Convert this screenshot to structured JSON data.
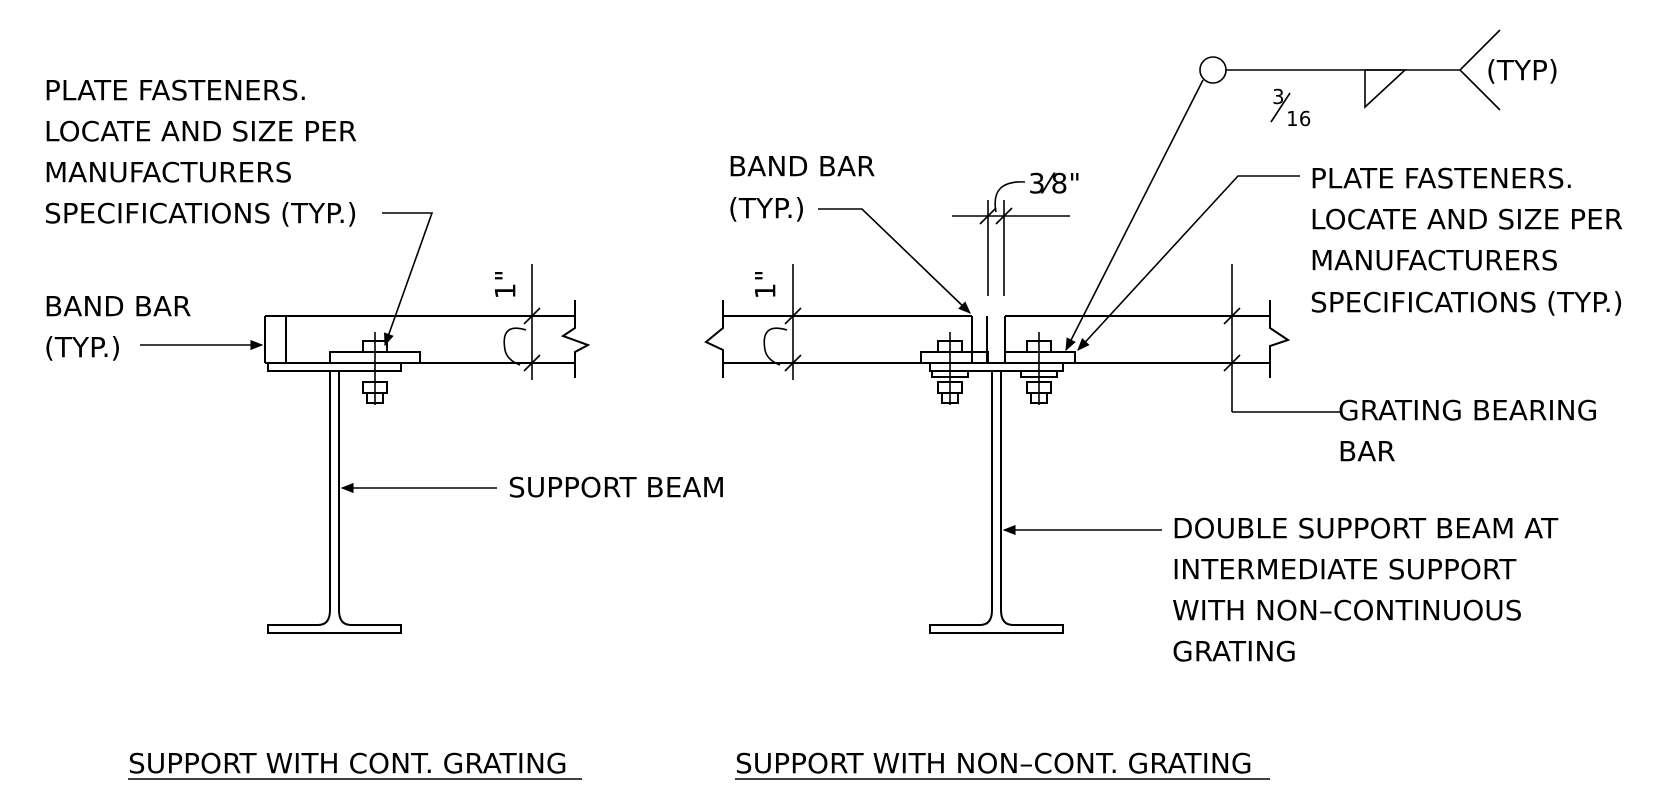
{
  "left_detail": {
    "fastener_note": [
      "PLATE FASTENERS.",
      "LOCATE AND SIZE PER",
      "MANUFACTURERS",
      "SPECIFICATIONS (TYP.)"
    ],
    "band_bar_note": [
      "BAND BAR",
      "(TYP.)"
    ],
    "support_beam_note": "SUPPORT BEAM",
    "depth_dim": "1\"",
    "title": "SUPPORT WITH CONT. GRATING"
  },
  "right_detail": {
    "band_bar_note": [
      "BAND BAR",
      "(TYP.)"
    ],
    "gap_dim": "3⁄8\"",
    "depth_dim": "1\"",
    "fastener_note": [
      "PLATE FASTENERS.",
      "LOCATE AND SIZE PER",
      "MANUFACTURERS",
      "SPECIFICATIONS (TYP.)"
    ],
    "bearing_bar_note": [
      "GRATING BEARING",
      "BAR"
    ],
    "double_beam_note": [
      "DOUBLE SUPPORT BEAM AT",
      "INTERMEDIATE SUPPORT",
      "WITH NON–CONTINUOUS",
      "GRATING"
    ],
    "weld_symbol": {
      "size_numerator": "3",
      "size_denominator": "16",
      "tail_note": "(TYP)"
    },
    "title": "SUPPORT WITH NON–CONT. GRATING"
  }
}
